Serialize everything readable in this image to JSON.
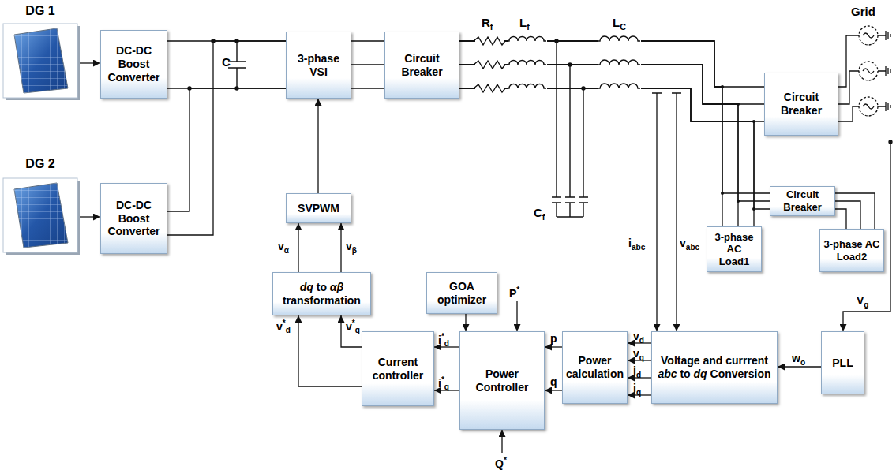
{
  "diagram": {
    "nodes": [
      {
        "text": [
          "DG 1"
        ]
      },
      {
        "text": [
          "DC-DC Boost Converter"
        ]
      },
      {
        "text": [
          "3-phase VSI"
        ]
      },
      {
        "text": [
          "Circuit Breaker"
        ]
      },
      {
        "text": [
          "Circuit Breaker"
        ]
      },
      {
        "text": [
          "DG 2"
        ]
      },
      {
        "text": [
          "DC-DC Boost Converter"
        ]
      },
      {
        "text": [
          "Circuit Breaker"
        ]
      },
      {
        "text": [
          "3-phase AC Load1"
        ]
      },
      {
        "text": [
          "3-phase AC Load2"
        ]
      },
      {
        "text": [
          "SVPWM"
        ]
      },
      {
        "text": [
          "dq to αβ transformation"
        ]
      },
      {
        "text": [
          "GOA optimizer"
        ]
      },
      {
        "text": [
          "Current controller"
        ]
      },
      {
        "text": [
          "Power Controller"
        ]
      },
      {
        "text": [
          "Power calculation"
        ]
      },
      {
        "text": [
          "Voltage and currrent abc to dq Conversion"
        ]
      },
      {
        "text": [
          "PLL"
        ]
      }
    ],
    "edges": [
      {
        "from": 0,
        "to": 1,
        "arrow": "to"
      },
      {
        "from": 1,
        "to": 2,
        "arrow": "none"
      },
      {
        "from": 5,
        "to": 6,
        "arrow": "to"
      },
      {
        "from": 6,
        "to": 2,
        "arrow": "none"
      },
      {
        "from": 2,
        "to": 3,
        "arrow": "none"
      },
      {
        "from": 3,
        "to": 4,
        "arrow": "none"
      },
      {
        "from": 3,
        "to": 8,
        "arrow": "none"
      },
      {
        "from": 3,
        "to": 7,
        "arrow": "none"
      },
      {
        "from": 7,
        "to": 9,
        "arrow": "none"
      },
      {
        "from": 10,
        "to": 2,
        "arrow": "to"
      },
      {
        "from": 11,
        "to": 10,
        "label": "vα",
        "arrow": "to"
      },
      {
        "from": 11,
        "to": 10,
        "label": "vβ",
        "arrow": "to"
      },
      {
        "from": 13,
        "to": 11,
        "label": "v*d",
        "arrow": "to"
      },
      {
        "from": 13,
        "to": 11,
        "label": "v*q",
        "arrow": "to"
      },
      {
        "from": 14,
        "to": 13,
        "label": "i*d",
        "arrow": "to"
      },
      {
        "from": 14,
        "to": 13,
        "label": "i*q",
        "arrow": "to"
      },
      {
        "from": 12,
        "to": 14,
        "arrow": "to"
      },
      {
        "from": 15,
        "to": 14,
        "label": "p",
        "arrow": "to"
      },
      {
        "from": 15,
        "to": 14,
        "label": "q",
        "arrow": "to"
      },
      {
        "from": 16,
        "to": 15,
        "label": "vd",
        "arrow": "to"
      },
      {
        "from": 16,
        "to": 15,
        "label": "vq",
        "arrow": "to"
      },
      {
        "from": 16,
        "to": 15,
        "label": "id",
        "arrow": "to"
      },
      {
        "from": 16,
        "to": 15,
        "label": "iq",
        "arrow": "to"
      },
      {
        "from": 17,
        "to": 16,
        "label": "wo",
        "arrow": "to"
      }
    ],
    "labels": [
      "C",
      "Rf",
      "Lf",
      "LC",
      "Grid",
      "Cf",
      "iabc",
      "vabc",
      "P*",
      "Q*",
      "Vg"
    ]
  }
}
